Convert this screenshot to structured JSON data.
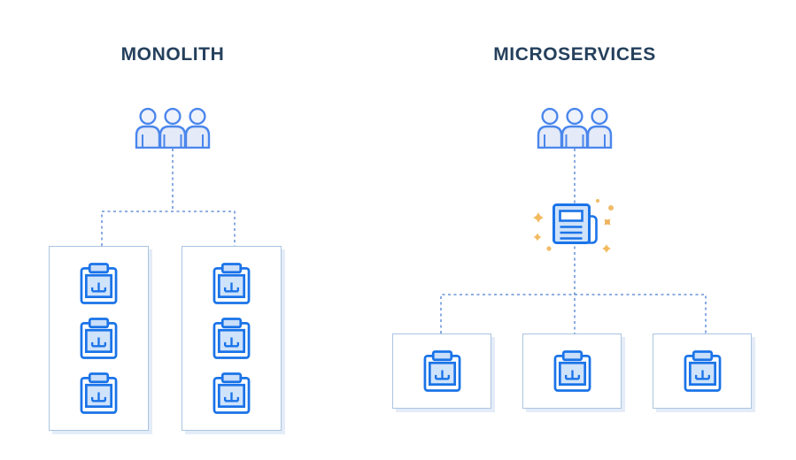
{
  "diagram": {
    "type": "architecture-comparison",
    "panels": [
      {
        "id": "monolith",
        "title": "MONOLITH",
        "users_icon": "users-group-icon",
        "containers": [
          {
            "name": "monolith-container-1",
            "service_count": 3
          },
          {
            "name": "monolith-container-2",
            "service_count": 3
          }
        ]
      },
      {
        "id": "microservices",
        "title": "MICROSERVICES",
        "users_icon": "users-group-icon",
        "gateway_icon": "api-gateway-document-icon",
        "containers": [
          {
            "name": "microservice-container-1",
            "service_count": 1
          },
          {
            "name": "microservice-container-2",
            "service_count": 1
          },
          {
            "name": "microservice-container-3",
            "service_count": 1
          }
        ]
      }
    ],
    "icons": {
      "users": "users-group-icon",
      "service": "service-module-icon",
      "gateway": "api-gateway-document-icon",
      "sparkles": "sparkle-icon"
    },
    "colors": {
      "background": "#ffffff",
      "title_text": "#25405c",
      "primary_blue": "#1a73e8",
      "light_blue_fill": "#cfe2fa",
      "users_stroke": "#4a86ec",
      "users_fill": "#e4eaf8",
      "connector_blue": "#4b7ed2",
      "box_border": "#aac5e2",
      "box_shadow": "#e4ecf8",
      "sparkle_amber": "#f3ba5e"
    }
  }
}
